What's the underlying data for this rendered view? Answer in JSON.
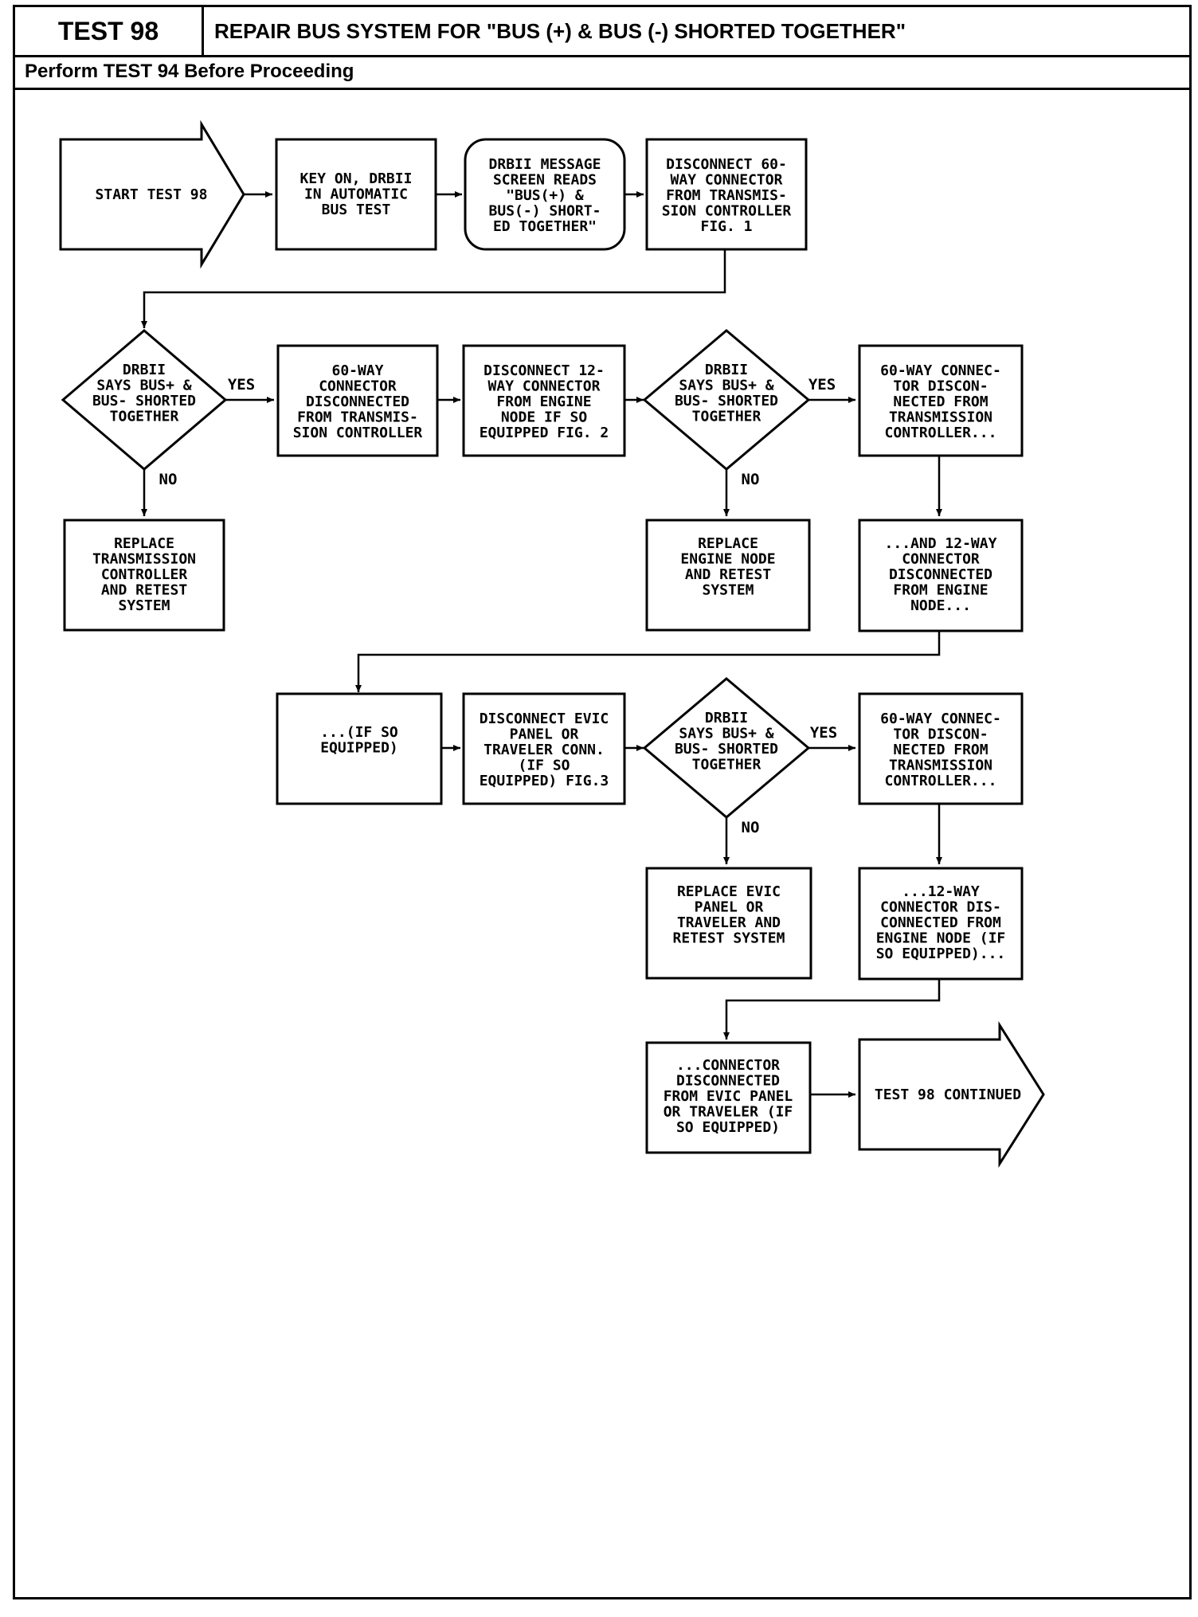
{
  "header": {
    "test_id": "TEST 98",
    "title": "REPAIR BUS SYSTEM FOR \"BUS (+) & BUS (-) SHORTED TOGETHER\"",
    "subheader": "Perform TEST 94 Before Proceeding"
  },
  "flow": {
    "start": [
      "START TEST 98"
    ],
    "key_on": [
      "KEY ON, DRBII",
      "IN AUTOMATIC",
      "BUS TEST"
    ],
    "message": [
      "DRBII MESSAGE",
      "SCREEN READS",
      "\"BUS(+) &",
      "BUS(-) SHORT-",
      "ED TOGETHER\""
    ],
    "disconnect_60": [
      "DISCONNECT 60-",
      "WAY CONNECTOR",
      "FROM TRANSMIS-",
      "SION CONTROLLER",
      "FIG. 1"
    ],
    "decision_1": [
      "DRBII",
      "SAYS BUS+ &",
      "BUS- SHORTED",
      "TOGETHER"
    ],
    "replace_tc": [
      "REPLACE",
      "TRANSMISSION",
      "CONTROLLER",
      "AND RETEST",
      "SYSTEM"
    ],
    "disconnected_60": [
      "60-WAY",
      "CONNECTOR",
      "DISCONNECTED",
      "FROM TRANSMIS-",
      "SION CONTROLLER"
    ],
    "disconnect_12": [
      "DISCONNECT 12-",
      "WAY CONNECTOR",
      "FROM ENGINE",
      "NODE IF SO",
      "EQUIPPED FIG. 2"
    ],
    "decision_2": [
      "DRBII",
      "SAYS BUS+ &",
      "BUS- SHORTED",
      "TOGETHER"
    ],
    "replace_engine": [
      "REPLACE",
      "ENGINE NODE",
      "AND RETEST",
      "SYSTEM"
    ],
    "status_a1": [
      "60-WAY CONNEC-",
      "TOR DISCON-",
      "NECTED FROM",
      "TRANSMISSION",
      "CONTROLLER..."
    ],
    "status_a2": [
      "...AND 12-WAY",
      "CONNECTOR",
      "DISCONNECTED",
      "FROM ENGINE",
      "NODE..."
    ],
    "if_so": [
      "...(IF SO",
      "EQUIPPED)"
    ],
    "disconnect_evic": [
      "DISCONNECT EVIC",
      "PANEL OR",
      "TRAVELER CONN.",
      "(IF SO",
      "EQUIPPED) FIG.3"
    ],
    "decision_3": [
      "DRBII",
      "SAYS BUS+ &",
      "BUS- SHORTED",
      "TOGETHER"
    ],
    "replace_evic": [
      "REPLACE EVIC",
      "PANEL OR",
      "TRAVELER AND",
      "RETEST SYSTEM"
    ],
    "status_b1": [
      "60-WAY CONNEC-",
      "TOR DISCON-",
      "NECTED FROM",
      "TRANSMISSION",
      "CONTROLLER..."
    ],
    "status_b2": [
      "...12-WAY",
      "CONNECTOR DIS-",
      "CONNECTED FROM",
      "ENGINE NODE (IF",
      "SO EQUIPPED)..."
    ],
    "status_b3": [
      "...CONNECTOR",
      "DISCONNECTED",
      "FROM EVIC PANEL",
      "OR TRAVELER (IF",
      "SO EQUIPPED)"
    ],
    "continued": [
      "TEST 98 CONTINUED"
    ],
    "yes_label": "YES",
    "no_label": "NO"
  }
}
